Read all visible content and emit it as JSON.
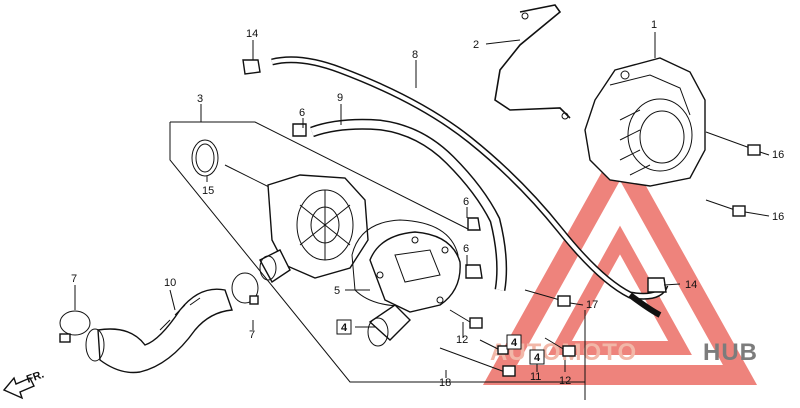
{
  "callouts": [
    "1",
    "2",
    "3",
    "4",
    "4",
    "4",
    "5",
    "6",
    "6",
    "6",
    "7",
    "7",
    "8",
    "9",
    "10",
    "11",
    "12",
    "12",
    "14",
    "14",
    "15",
    "16",
    "16",
    "17",
    "18"
  ],
  "front_marker": "FR.",
  "watermark": {
    "part1": "AUTOMOTO",
    "part2": "HUB"
  },
  "colors": {
    "line": "#111111",
    "watermark_red": "#e85a50",
    "watermark_grey": "#7c7c7c"
  }
}
